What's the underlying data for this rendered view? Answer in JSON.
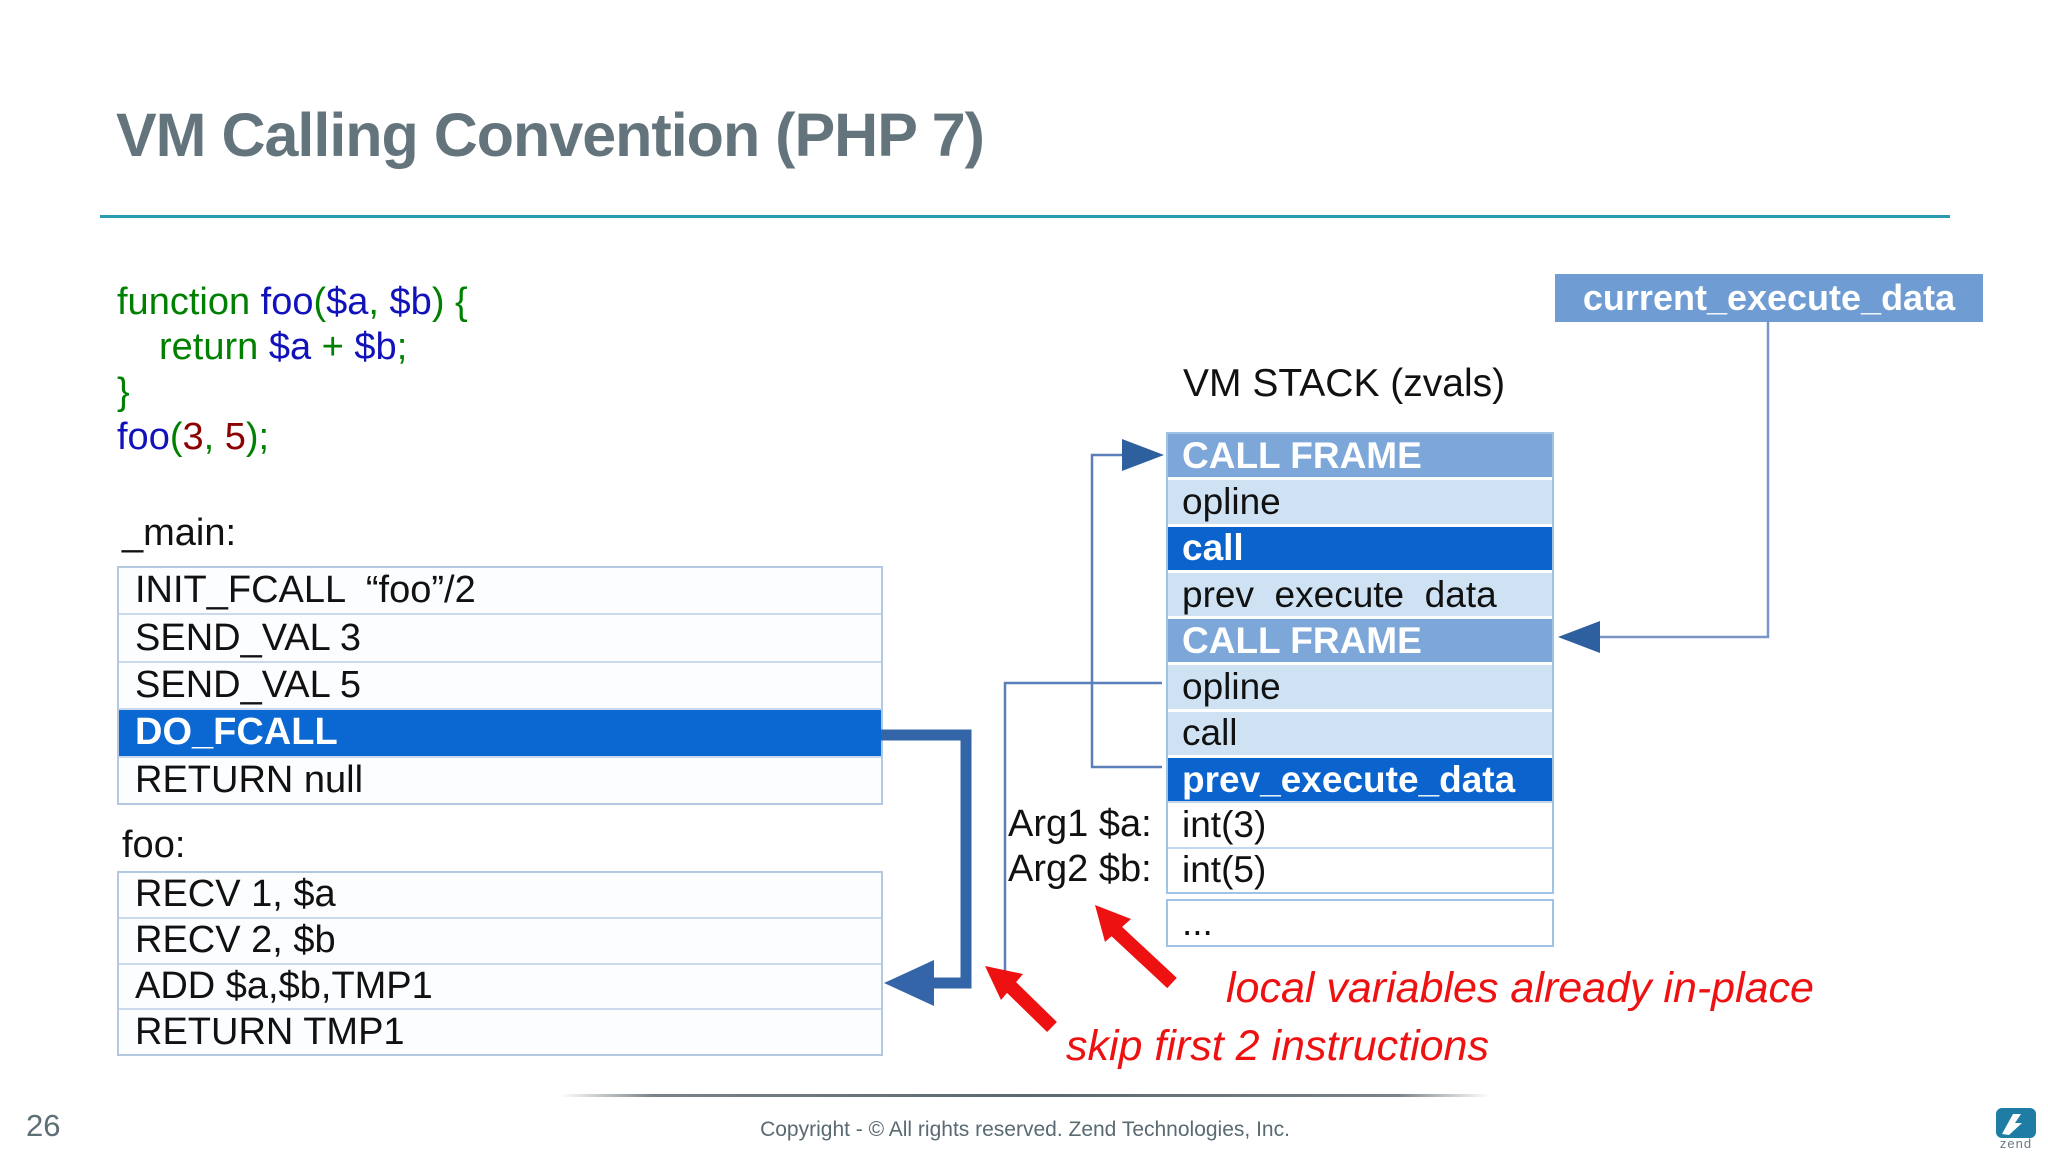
{
  "slide": {
    "title": "VM Calling Convention (PHP 7)"
  },
  "code": {
    "lines": [
      {
        "segs": [
          {
            "t": "function ",
            "c": "green"
          },
          {
            "t": "foo",
            "c": "navy"
          },
          {
            "t": "(",
            "c": "green"
          },
          {
            "t": "$a",
            "c": "navy"
          },
          {
            "t": ", ",
            "c": "green"
          },
          {
            "t": "$b",
            "c": "navy"
          },
          {
            "t": ") {",
            "c": "green"
          }
        ]
      },
      {
        "segs": [
          {
            "t": "return ",
            "c": "green"
          },
          {
            "t": "$a ",
            "c": "navy"
          },
          {
            "t": "+ ",
            "c": "green"
          },
          {
            "t": "$b",
            "c": "navy"
          },
          {
            "t": ";",
            "c": "green"
          }
        ]
      },
      {
        "segs": [
          {
            "t": "}",
            "c": "green"
          }
        ]
      },
      {
        "segs": [
          {
            "t": "foo",
            "c": "navy"
          },
          {
            "t": "(",
            "c": "green"
          },
          {
            "t": "3",
            "c": "maroon"
          },
          {
            "t": ", ",
            "c": "green"
          },
          {
            "t": "5",
            "c": "maroon"
          },
          {
            "t": ");",
            "c": "green"
          }
        ]
      }
    ]
  },
  "main_block": {
    "label": "_main:",
    "rows": [
      "INIT_FCALL  “foo”/2",
      "SEND_VAL 3",
      "SEND_VAL 5",
      "DO_FCALL",
      "RETURN null"
    ],
    "highlighted_row": "DO_FCALL"
  },
  "foo_block": {
    "label": "foo:",
    "rows": [
      "RECV 1, $a",
      "RECV 2, $b",
      "ADD $a,$b,TMP1",
      "RETURN TMP1"
    ]
  },
  "stack": {
    "title": "VM STACK (zvals)",
    "rows": [
      {
        "label": "CALL FRAME",
        "style": "frame"
      },
      {
        "label": "opline",
        "style": "light"
      },
      {
        "label": "call",
        "style": "active"
      },
      {
        "label": "prev  execute  data",
        "style": "light"
      },
      {
        "label": "CALL FRAME",
        "style": "frame"
      },
      {
        "label": "opline",
        "style": "light"
      },
      {
        "label": "call",
        "style": "light"
      },
      {
        "label": "prev_execute_data",
        "style": "active"
      },
      {
        "label": "int(3)",
        "style": "plain"
      },
      {
        "label": "int(5)",
        "style": "plain"
      }
    ],
    "ellipsis_row": "..."
  },
  "args": {
    "arg1": "Arg1 $a:",
    "arg2": "Arg2 $b:"
  },
  "pointer": {
    "label": "current_execute_data"
  },
  "annotations": {
    "local_vars": "local variables already in-place",
    "skip": "skip first 2 instructions"
  },
  "footer": {
    "page_number": "26",
    "copyright": "Copyright - © All rights reserved. Zend Technologies, Inc.",
    "logo_text": "zend"
  },
  "colors": {
    "title_gray": "#64747c",
    "teal_divider": "#2a9ab3",
    "highlight_blue": "#0b68d2",
    "frame_blue": "#7da7d9",
    "light_blue": "#cfe2f3",
    "active_blue": "#0b63ce",
    "connector_thick": "#3465a8",
    "connector_thin": "#5b7fb9",
    "arrowhead_blue": "#2e5f9f",
    "annotation_red": "#ee1111",
    "code_green": "#008000",
    "code_navy": "#1212bb",
    "code_maroon": "#8b0000",
    "logo_teal": "#1f7ca4"
  }
}
